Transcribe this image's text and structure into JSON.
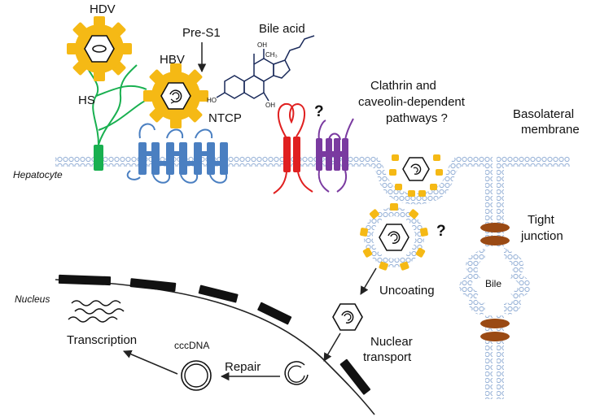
{
  "labels": {
    "hdv": "HDV",
    "hbv": "HBV",
    "pre_s1": "Pre-S1",
    "bile_acid": "Bile acid",
    "hs": "HS",
    "ntcp": "NTCP",
    "hepatocyte": "Hepatocyte",
    "clathrin_line1": "Clathrin and",
    "clathrin_line2": "caveolin-dependent",
    "clathrin_line3": "pathways ?",
    "question_mark_receptor": "?",
    "question_mark_vesicle": "?",
    "basolateral_line1": "Basolateral",
    "basolateral_line2": "membrane",
    "tight_line1": "Tight",
    "tight_line2": "junction",
    "bile": "Bile",
    "uncoating": "Uncoating",
    "nucleus": "Nucleus",
    "nuclear_line1": "Nuclear",
    "nuclear_line2": "transport",
    "transcription": "Transcription",
    "cccdna": "cccDNA",
    "repair": "Repair",
    "bile_acid_oh1": "OH",
    "bile_acid_ch3": "CH₃",
    "bile_acid_oh2": "HO",
    "bile_acid_oh3": "OH"
  },
  "colors": {
    "virus_gold": "#f5b915",
    "hs_green": "#19b050",
    "ntcp_blue": "#4a7fc1",
    "red_receptor": "#e02020",
    "purple_receptor": "#7a3aa0",
    "junction_brown": "#9a4a14",
    "membrane_blue": "#9ab4d8",
    "bile_acid_navy": "#1a2a5a"
  }
}
